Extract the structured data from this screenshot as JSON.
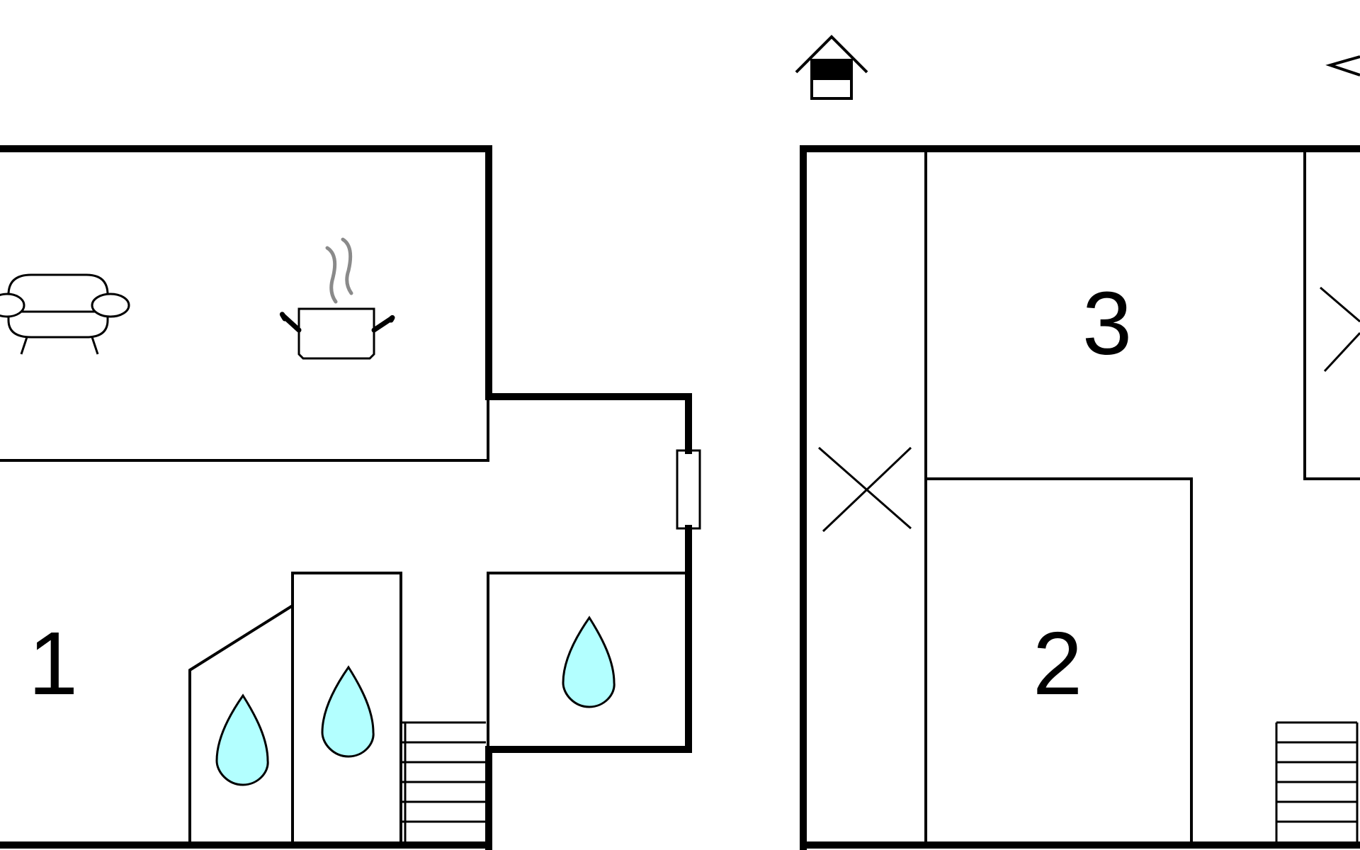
{
  "floorplan": {
    "rooms": [
      {
        "id": "room-1",
        "number": "1"
      },
      {
        "id": "room-2",
        "number": "2"
      },
      {
        "id": "room-3",
        "number": "3"
      }
    ],
    "icons": [
      "house-entrance-icon",
      "north-arrow-icon",
      "sofa-icon",
      "cooking-pot-icon",
      "water-drop-icon",
      "stairs-icon",
      "bed-cross-icon",
      "heater-icon"
    ],
    "colors": {
      "line": "#000000",
      "water": "#b3ffff",
      "steam": "#8a8a8a",
      "background": "#ffffff"
    }
  }
}
